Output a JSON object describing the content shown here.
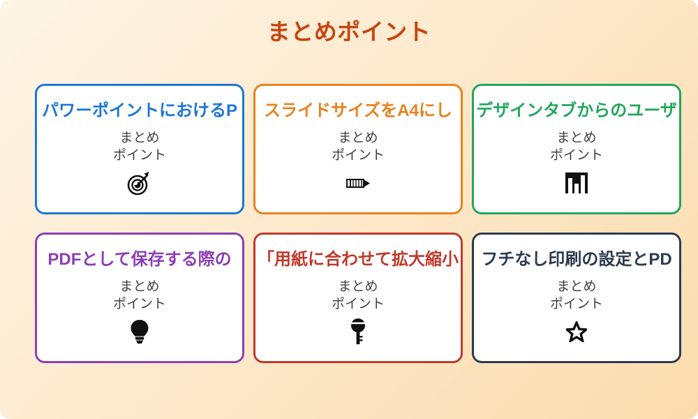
{
  "slide": {
    "title": "まとめポイント",
    "title_color": "#C8450F",
    "background_from": "#FEF5E7",
    "background_to": "#FBDCAE"
  },
  "cards": [
    {
      "title": "パワーポイントにおけるP",
      "body_line1": "まとめ",
      "body_line2": "ポイント",
      "icon": "target-icon",
      "color": "#1F77D4"
    },
    {
      "title": "スライドサイズをA4にし",
      "body_line1": "まとめ",
      "body_line2": "ポイント",
      "icon": "pencil-icon",
      "color": "#E8821E"
    },
    {
      "title": "デザインタブからのユーザ",
      "body_line1": "まとめ",
      "body_line2": "ポイント",
      "icon": "bar-chart-icon",
      "color": "#22A75D"
    },
    {
      "title": "PDFとして保存する際の",
      "body_line1": "まとめ",
      "body_line2": "ポイント",
      "icon": "lightbulb-icon",
      "color": "#8B3FB5"
    },
    {
      "title": "「用紙に合わせて拡大縮小",
      "body_line1": "まとめ",
      "body_line2": "ポイント",
      "icon": "key-icon",
      "color": "#C0392B"
    },
    {
      "title": "フチなし印刷の設定とPD",
      "body_line1": "まとめ",
      "body_line2": "ポイント",
      "icon": "star-icon",
      "color": "#2D3B4E"
    }
  ]
}
